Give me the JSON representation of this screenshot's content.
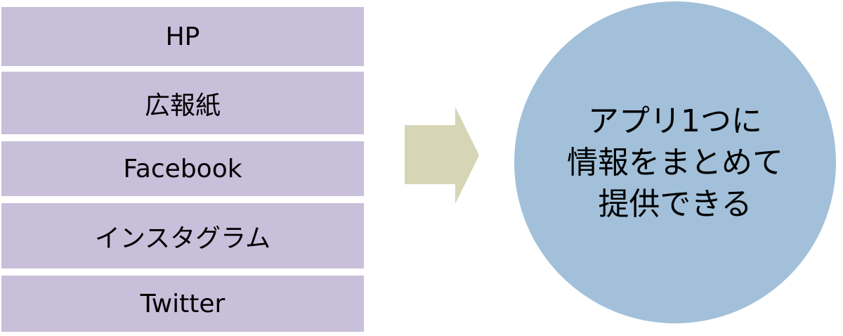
{
  "colors": {
    "box": "#c8bfda",
    "arrow": "#d6d5b5",
    "circle": "#a2c0d9"
  },
  "sources": [
    {
      "label": "HP"
    },
    {
      "label": "広報紙"
    },
    {
      "label": "Facebook"
    },
    {
      "label": "インスタグラム"
    },
    {
      "label": "Twitter"
    }
  ],
  "arrow": {
    "icon": "right-arrow-icon"
  },
  "result": {
    "lines": [
      "アプリ1つに",
      "情報をまとめて",
      "提供できる"
    ]
  }
}
